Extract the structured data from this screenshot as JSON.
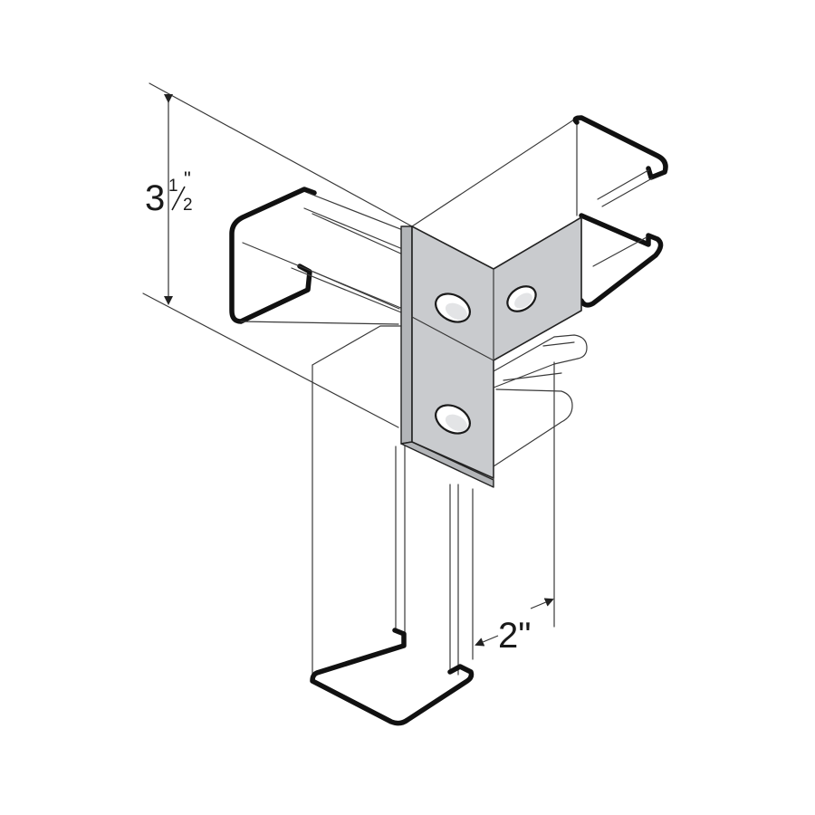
{
  "dimensions": {
    "height": {
      "whole": "3",
      "numerator": "1",
      "denominator": "2",
      "unit": "\""
    },
    "width": {
      "label": "2\""
    }
  },
  "bracket": {
    "hole_count": 3,
    "color": "#c9cbce"
  },
  "icons": {
    "height_arrow": "double-headed-arrow",
    "width_arrow": "double-headed-arrow"
  }
}
